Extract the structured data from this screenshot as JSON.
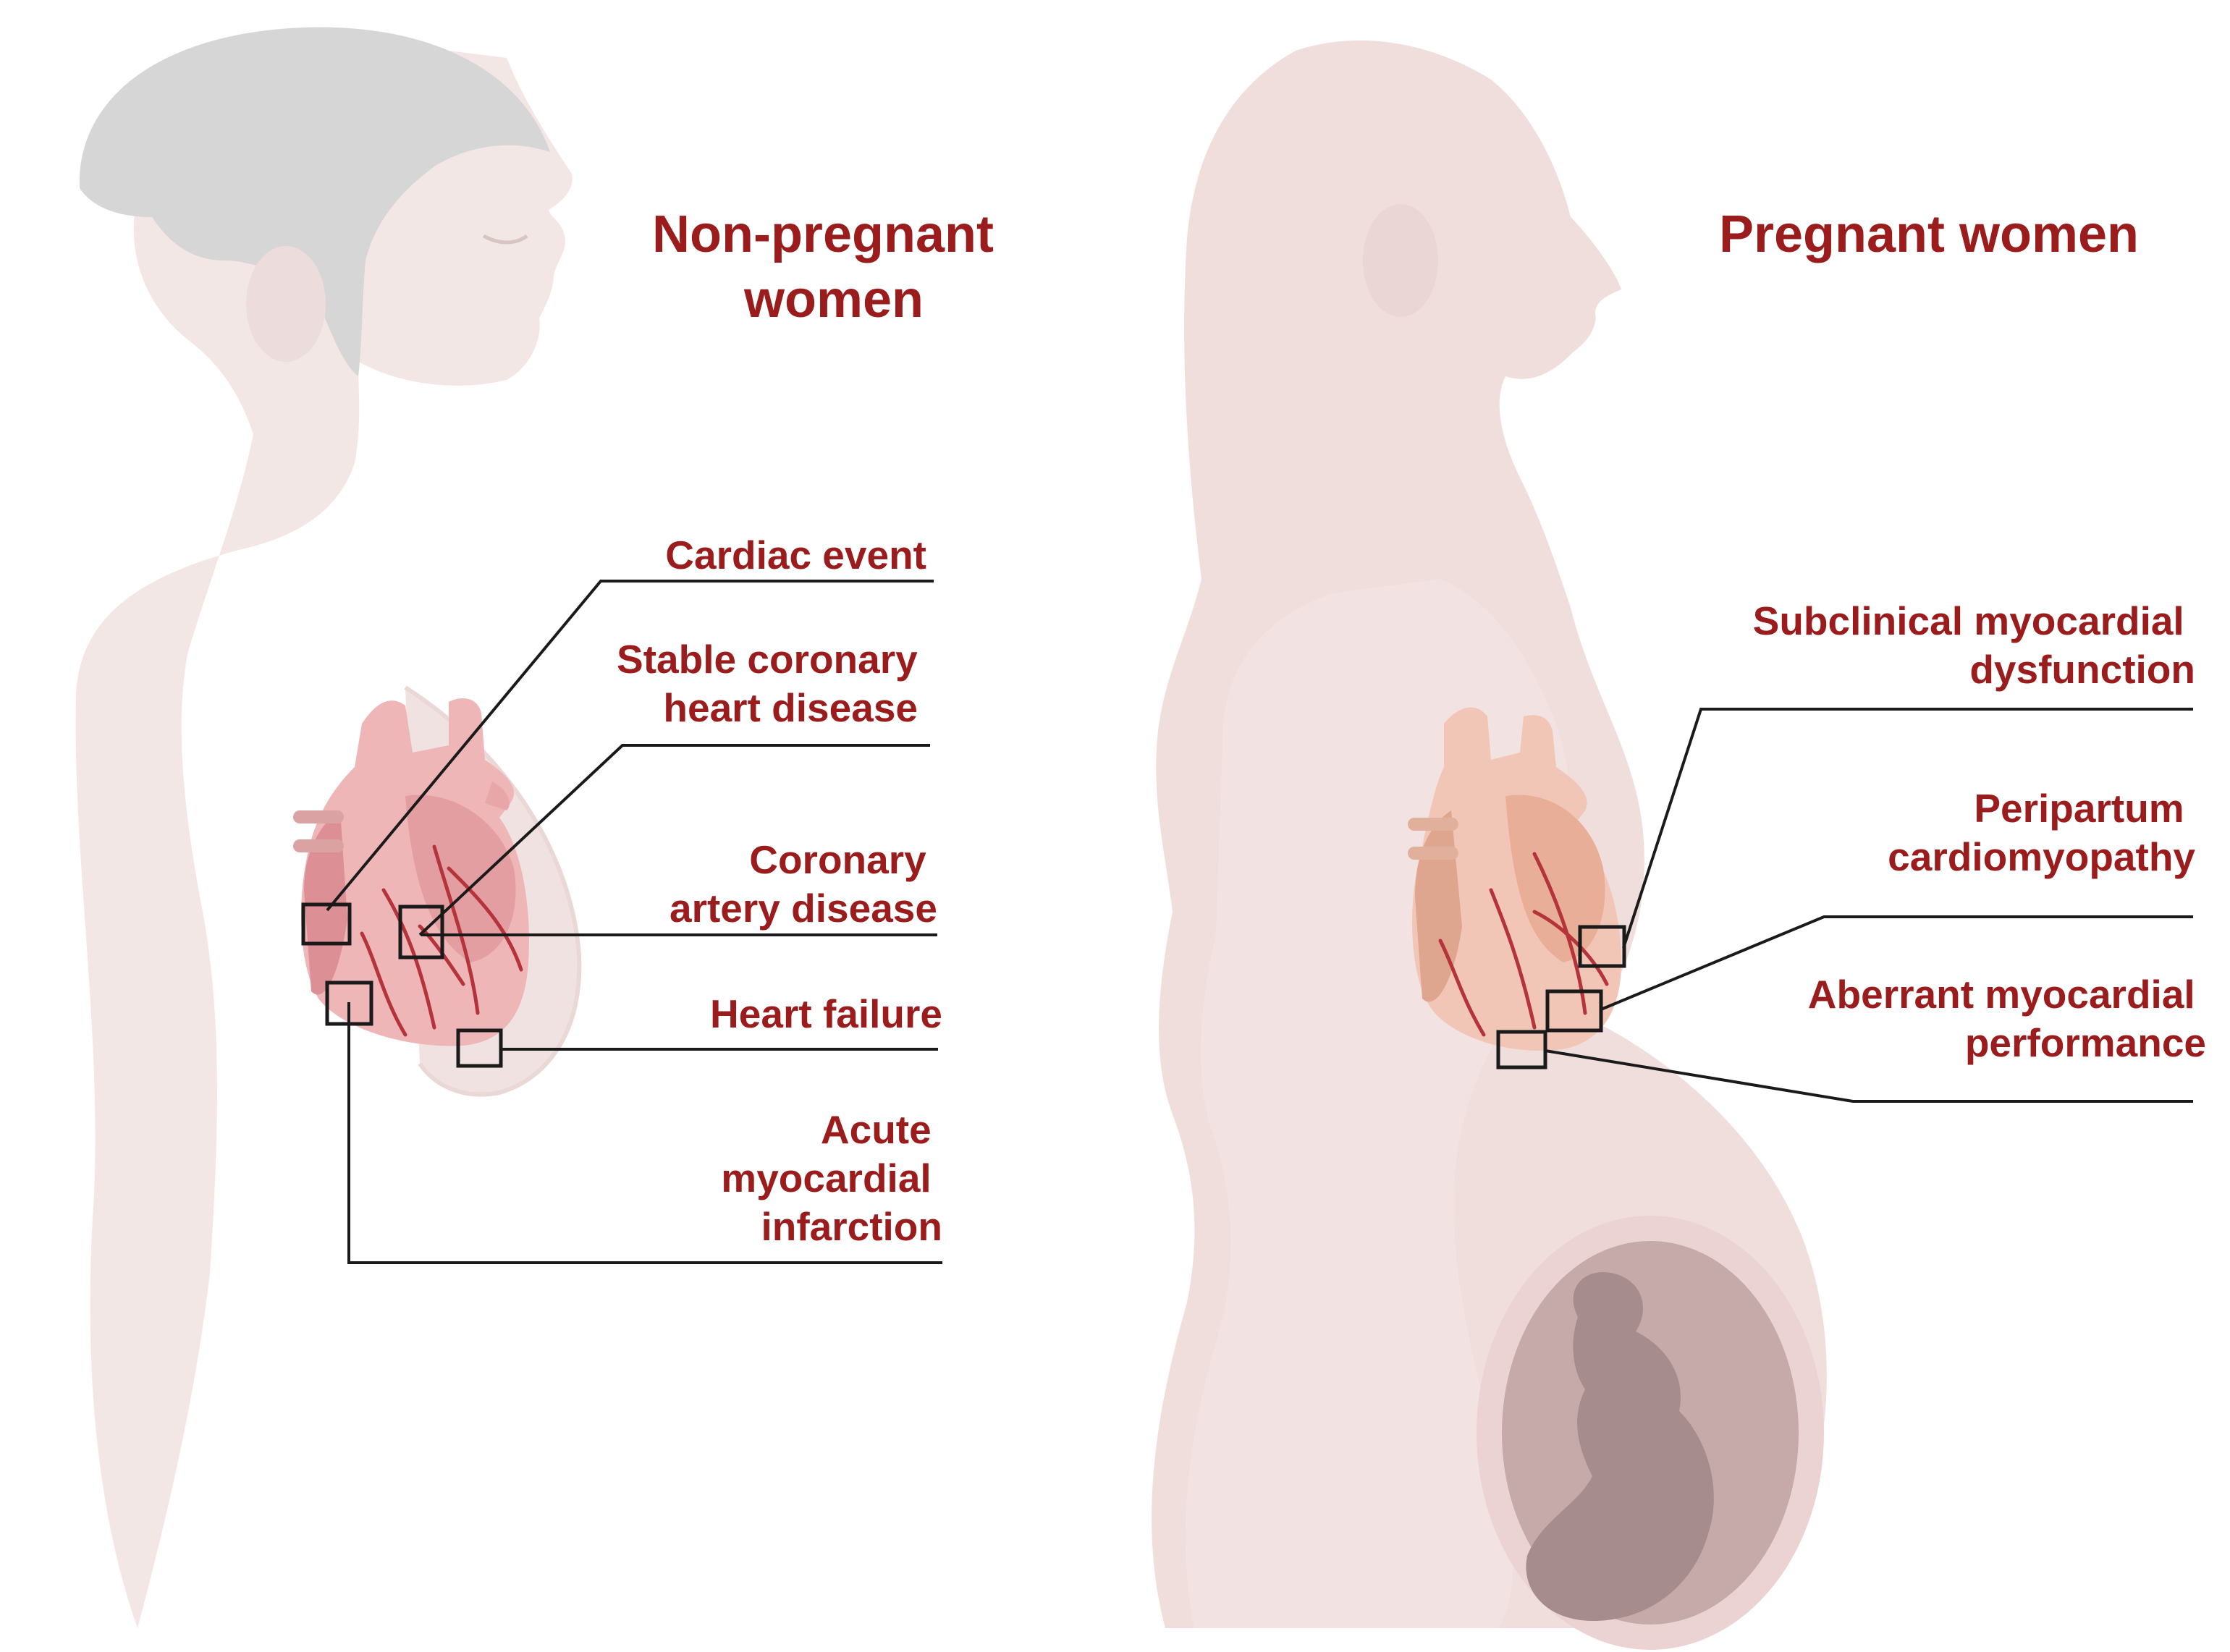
{
  "colors": {
    "label_red": "#9b1c1c",
    "leader_line": "#1a1a1a",
    "silhouette_skin": "#f3e7e6",
    "pregnant_silhouette": "#f0dedd",
    "hair_gray": "#d6d6d6",
    "heart_pink": "#efb6b8",
    "heart_peach": "#f1c6b6",
    "vessel_red": "#b5333a",
    "fetus_gray": "#a68c8c"
  },
  "panels": [
    {
      "heading_lines": [
        "Non-pregnant",
        "women"
      ],
      "callouts": [
        {
          "lines": [
            "Cardiac event"
          ]
        },
        {
          "lines": [
            "Stable coronary",
            "heart disease"
          ]
        },
        {
          "lines": [
            "Coronary",
            "artery disease"
          ]
        },
        {
          "lines": [
            "Heart failure"
          ]
        },
        {
          "lines": [
            "Acute",
            "myocardial",
            "infarction"
          ]
        }
      ]
    },
    {
      "heading_lines": [
        "Pregnant women"
      ],
      "callouts": [
        {
          "lines": [
            "Subclinical myocardial",
            "dysfunction"
          ]
        },
        {
          "lines": [
            "Peripartum",
            "cardiomyopathy"
          ]
        },
        {
          "lines": [
            "Aberrant myocardial",
            "performance"
          ]
        }
      ]
    }
  ]
}
